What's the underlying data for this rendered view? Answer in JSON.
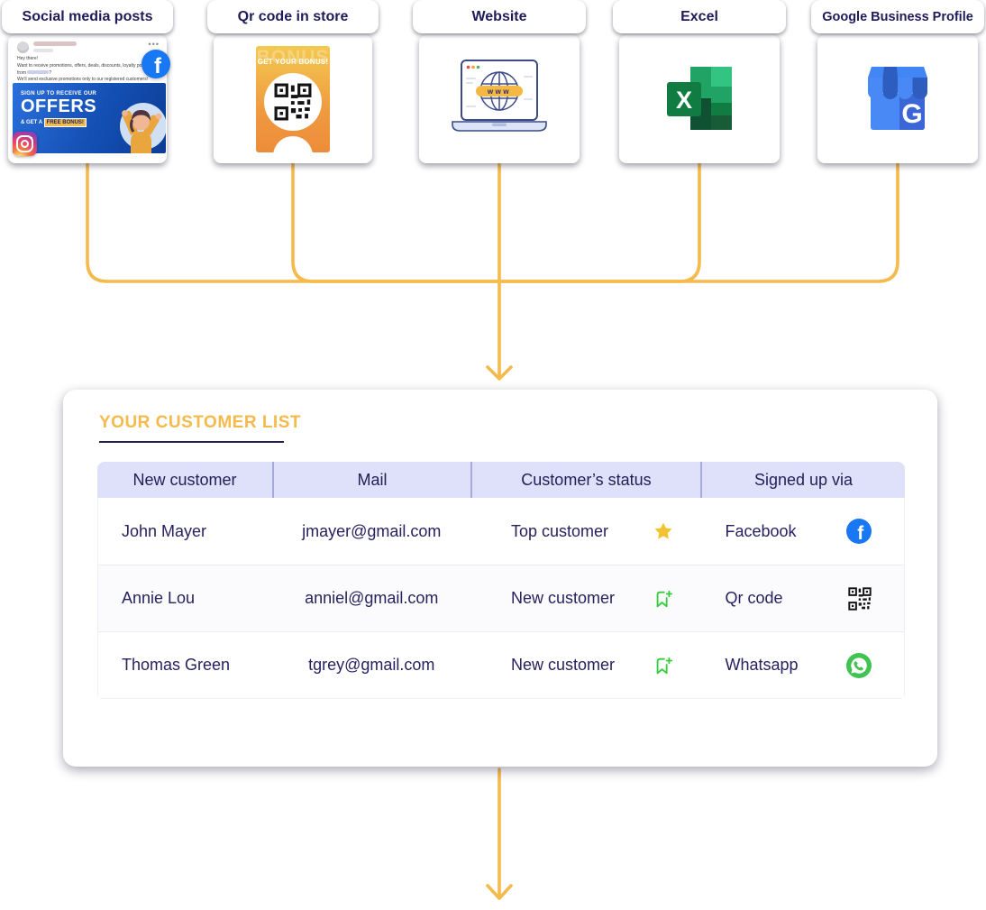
{
  "colors": {
    "accent_orange": "#F5B94C",
    "navy_text": "#1F1B58",
    "table_text": "#26225F",
    "header_bg": "#DEE1F9",
    "header_separator": "#A6ABDB",
    "status_green": "#35CE3B",
    "star_gold": "#F2C330",
    "facebook_blue": "#1877F2",
    "whatsapp_green": "#40C351",
    "excel_green": "#107C41",
    "gbp_blue": "#4989F5"
  },
  "cards": [
    {
      "title": "Social media posts"
    },
    {
      "title": "Qr code in store"
    },
    {
      "title": "Website"
    },
    {
      "title": "Excel"
    },
    {
      "title": "Google Business Profile"
    }
  ],
  "social_post": {
    "menu_dots": "•••",
    "greeting": "Hey there!",
    "body_line1": "Want to receive promotions, offers, deals, discounts, loyalty points",
    "body_line2_prefix": "from",
    "body_line2_suffix": "?",
    "body_line3": "We'll send exclusive promotions only to our registered customers!",
    "banner": {
      "kicker": "SIGN UP TO RECEIVE OUR",
      "headline": "OFFERS",
      "sub_prefix": "& GET A",
      "sub_highlight": "FREE BONUS!"
    }
  },
  "qr_flyer": {
    "watermark": "BONUS",
    "text": "GET YOUR BONUS!"
  },
  "website_card": {
    "banner_text": "www"
  },
  "excel_card": {
    "letter": "X"
  },
  "gbp_card": {
    "letter": "G"
  },
  "facebook_letter": "f",
  "customer_panel": {
    "title": "YOUR CUSTOMER LIST",
    "table": {
      "headers": [
        "New customer",
        "Mail",
        "Customer’s status",
        "Signed up via"
      ],
      "rows": [
        {
          "name": "John Mayer",
          "mail": "jmayer@gmail.com",
          "status": "Top customer",
          "status_icon": "star-icon",
          "via": "Facebook",
          "via_icon": "facebook-icon"
        },
        {
          "name": "Annie Lou",
          "mail": "anniel@gmail.com",
          "status": "New customer",
          "status_icon": "bookmark-add-icon",
          "via": "Qr code",
          "via_icon": "qr-code-icon"
        },
        {
          "name": "Thomas Green",
          "mail": "tgrey@gmail.com",
          "status": "New customer",
          "status_icon": "bookmark-add-icon",
          "via": "Whatsapp",
          "via_icon": "whatsapp-icon"
        }
      ]
    }
  }
}
